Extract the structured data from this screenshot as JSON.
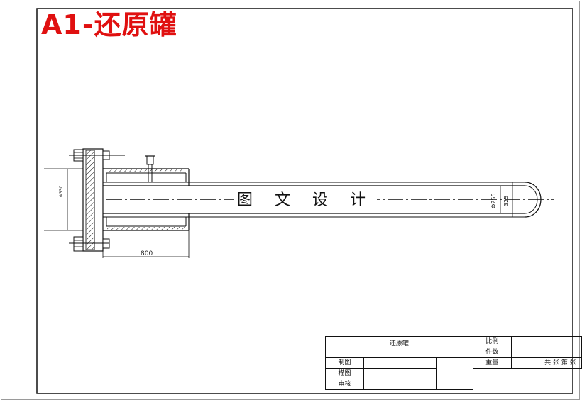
{
  "page": {
    "title": "A1-还原罐"
  },
  "drawing": {
    "watermark": "图 文 设 计",
    "dimensions": {
      "length": "800",
      "flange_diameter": "Φ330",
      "inner_diameter": "Φ255",
      "outer_diameter": "325"
    }
  },
  "title_block": {
    "part_name": "还原罐",
    "scale_label": "比例",
    "quantity_label": "件数",
    "weight_label": "重量",
    "sheets_label": "共 张 第 张",
    "drawn_by_label": "制图",
    "traced_by_label": "描图",
    "checked_by_label": "审核"
  },
  "colors": {
    "title": "#e01010",
    "line": "#111111",
    "frame": "#9a9a9a"
  }
}
